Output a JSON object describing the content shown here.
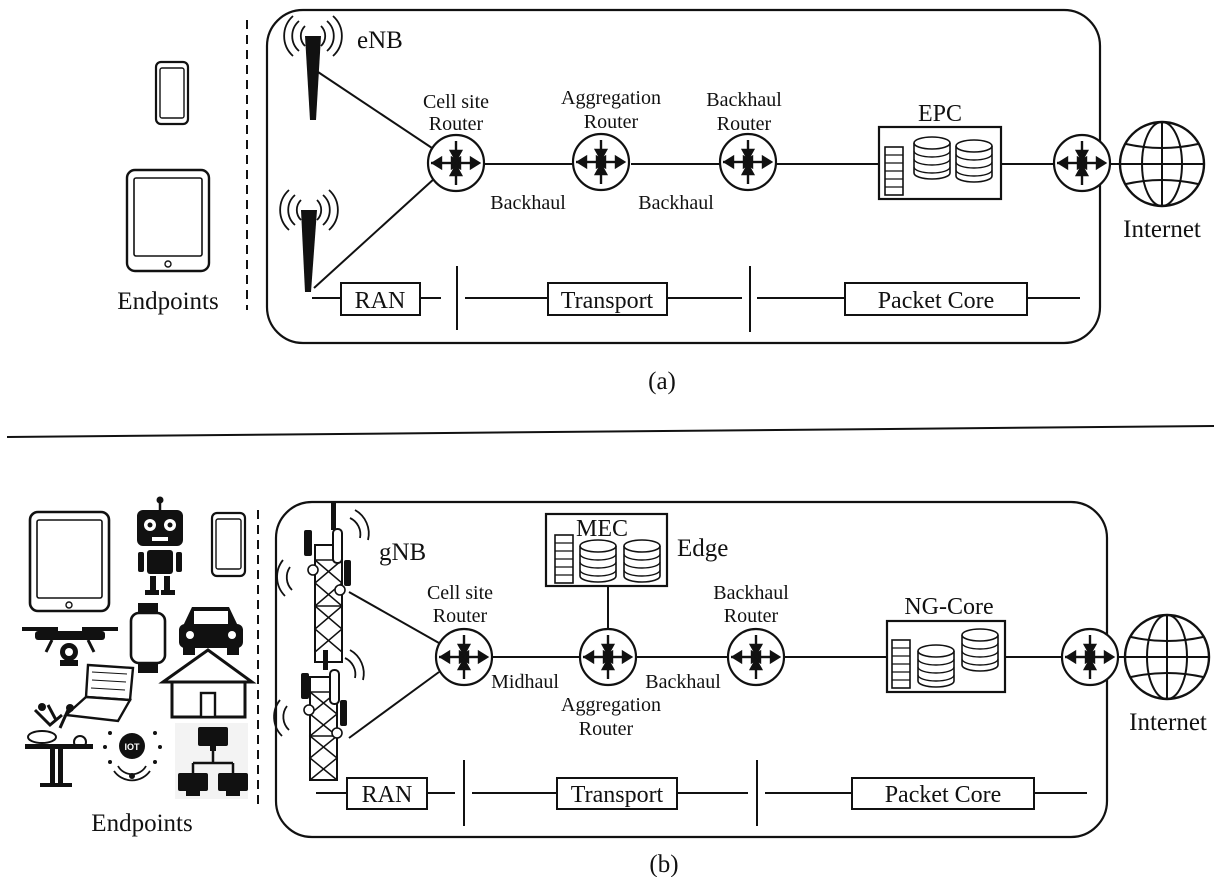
{
  "panel_a": {
    "caption": "(a)",
    "endpoints_label": "Endpoints",
    "base_station_label": "eNB",
    "routers": {
      "cell_site": [
        "Cell site",
        "Router"
      ],
      "aggregation": [
        "Aggregation",
        "Router"
      ],
      "backhaul": [
        "Backhaul",
        "Router"
      ]
    },
    "links": {
      "backhaul_1": "Backhaul",
      "backhaul_2": "Backhaul"
    },
    "core_label": "EPC",
    "internet_label": "Internet",
    "segments": {
      "ran": "RAN",
      "transport": "Transport",
      "packet_core": "Packet Core"
    }
  },
  "panel_b": {
    "caption": "(b)",
    "endpoints_label": "Endpoints",
    "base_station_label": "gNB",
    "routers": {
      "cell_site": [
        "Cell site",
        "Router"
      ],
      "aggregation": [
        "Aggregation",
        "Router"
      ],
      "backhaul": [
        "Backhaul",
        "Router"
      ]
    },
    "links": {
      "midhaul": "Midhaul",
      "backhaul": "Backhaul"
    },
    "edge_box_label": "MEC",
    "edge_label": "Edge",
    "core_label": "NG-Core",
    "internet_label": "Internet",
    "iot_badge": "IOT",
    "segments": {
      "ran": "RAN",
      "transport": "Transport",
      "packet_core": "Packet Core"
    }
  }
}
